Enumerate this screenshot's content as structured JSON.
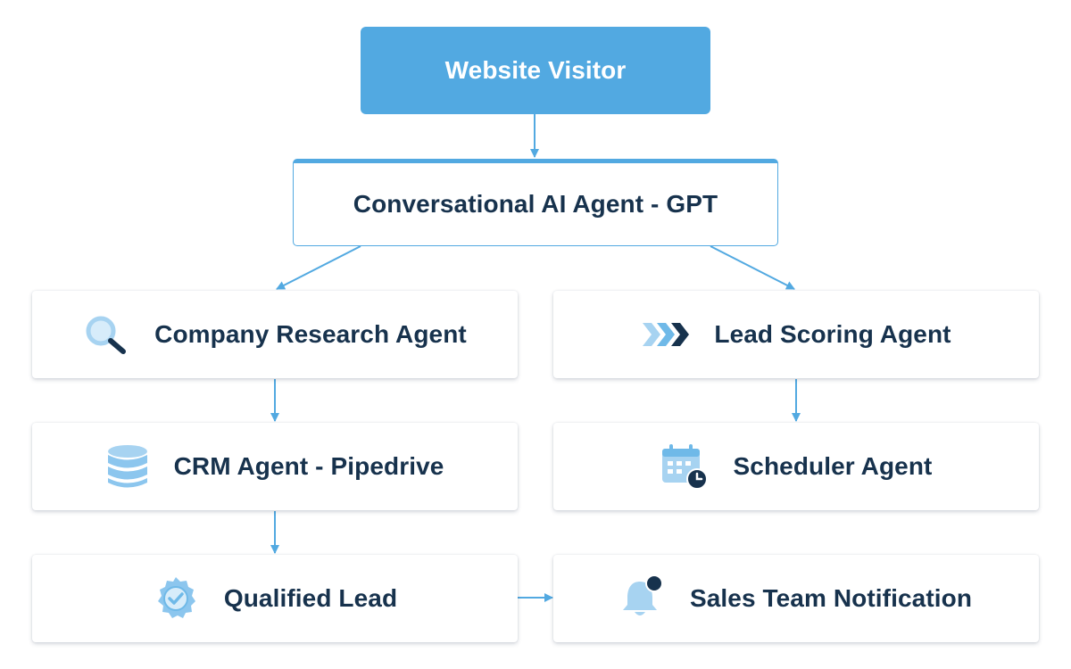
{
  "diagram": {
    "start": {
      "label": "Website Visitor"
    },
    "router": {
      "label": "Conversational AI Agent - GPT"
    },
    "left": {
      "research": {
        "label": "Company Research Agent",
        "icon": "magnifier-icon"
      },
      "crm": {
        "label": "CRM Agent - Pipedrive",
        "icon": "database-icon"
      },
      "qualified": {
        "label": "Qualified Lead",
        "icon": "verified-badge-icon"
      }
    },
    "right": {
      "scoring": {
        "label": "Lead Scoring Agent",
        "icon": "chevrons-icon"
      },
      "scheduler": {
        "label": "Scheduler Agent",
        "icon": "calendar-clock-icon"
      },
      "notification": {
        "label": "Sales Team Notification",
        "icon": "bell-icon"
      }
    }
  },
  "colors": {
    "accent": "#52a9e1",
    "accent_light": "#a7d3f1",
    "text_dark": "#17324d"
  }
}
